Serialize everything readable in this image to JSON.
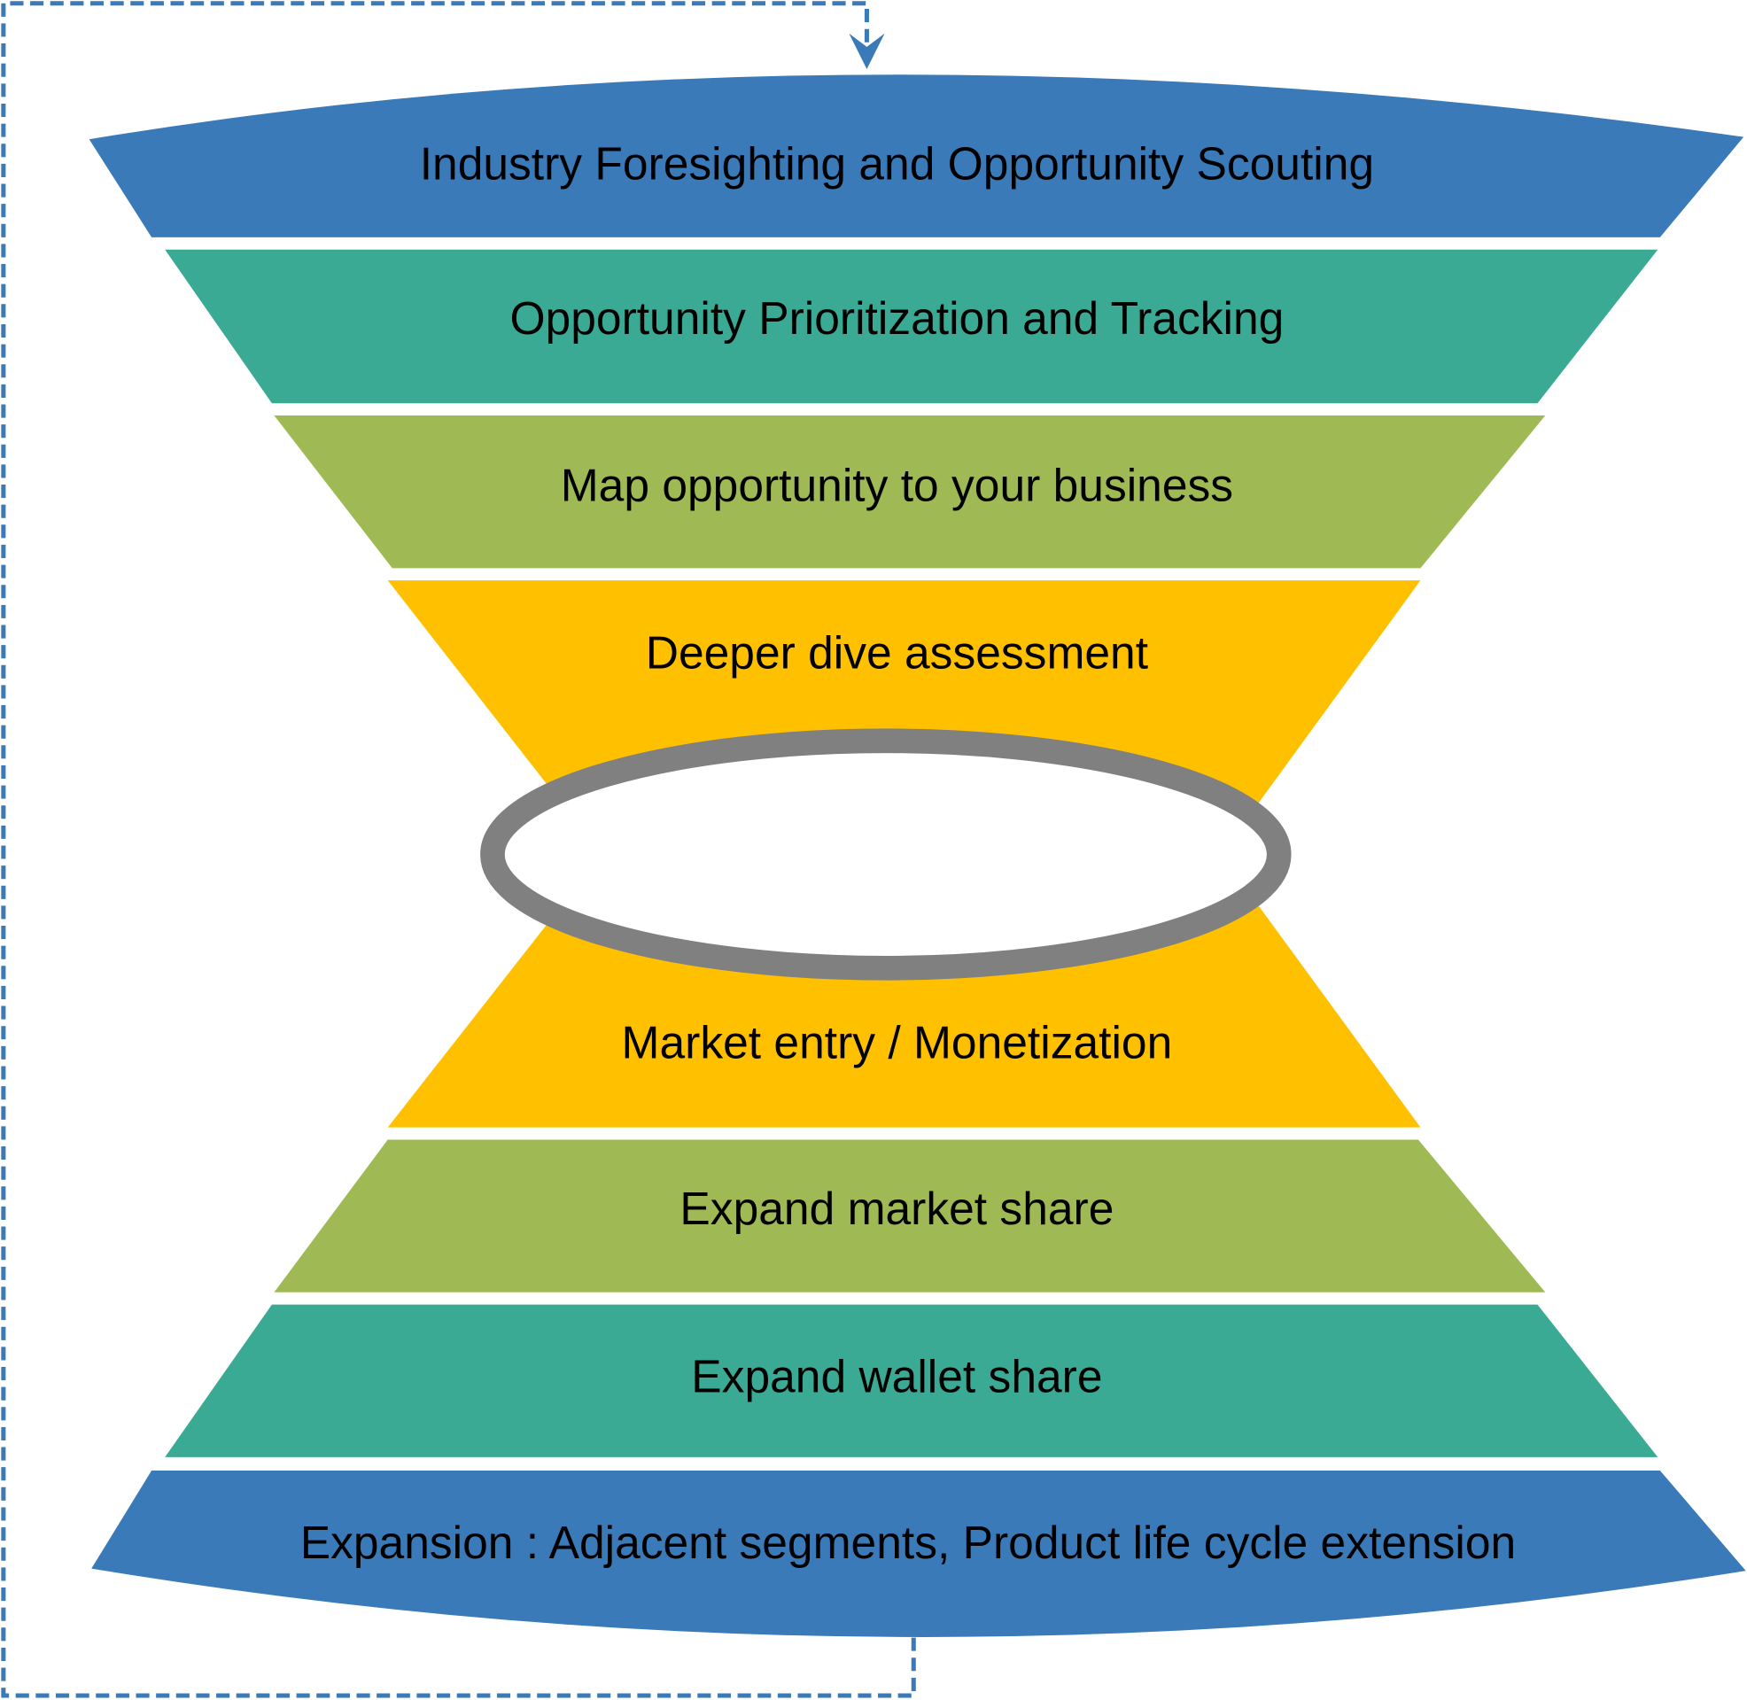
{
  "colors": {
    "blue": "#3A7AB8",
    "teal": "#3AAA94",
    "green": "#9FBA54",
    "yellow": "#FFC000",
    "ring": "#808080",
    "loop": "#3A7AB8"
  },
  "stages": [
    "Industry Foresighting and Opportunity Scouting",
    "Opportunity Prioritization and Tracking",
    "Map opportunity to your business",
    "Deeper dive assessment",
    "Market entry / Monetization",
    "Expand market share",
    "Expand wallet share",
    "Expansion : Adjacent segments, Product life cycle extension"
  ]
}
